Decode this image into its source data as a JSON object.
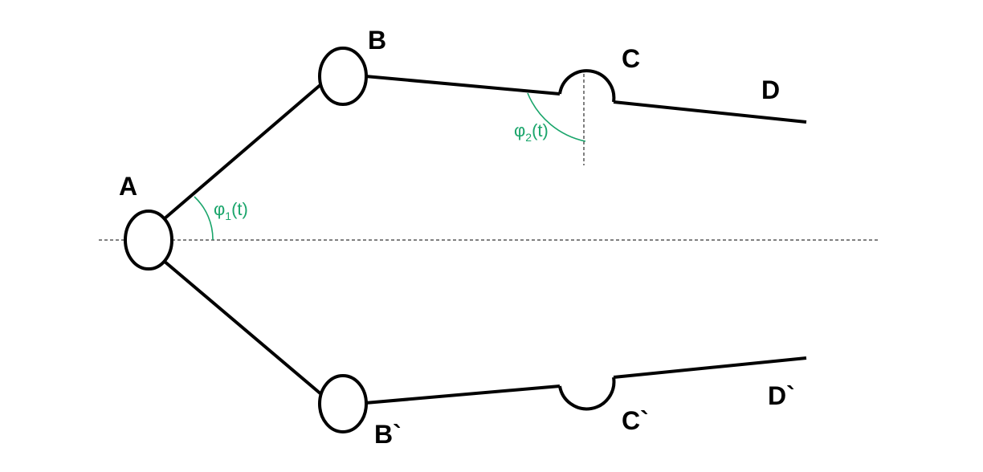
{
  "colors": {
    "link": "#000000",
    "annotation": "#1aa56b"
  },
  "nodes": {
    "A": "A",
    "B": "B",
    "C": "C",
    "D": "D",
    "B_prime": "B`",
    "C_prime": "C`",
    "D_prime": "D`"
  },
  "angles": {
    "phi1": {
      "symbol": "φ",
      "subscript": "1",
      "argument": "(t)"
    },
    "phi2": {
      "symbol": "φ",
      "subscript": "2",
      "argument": "(t)"
    }
  }
}
